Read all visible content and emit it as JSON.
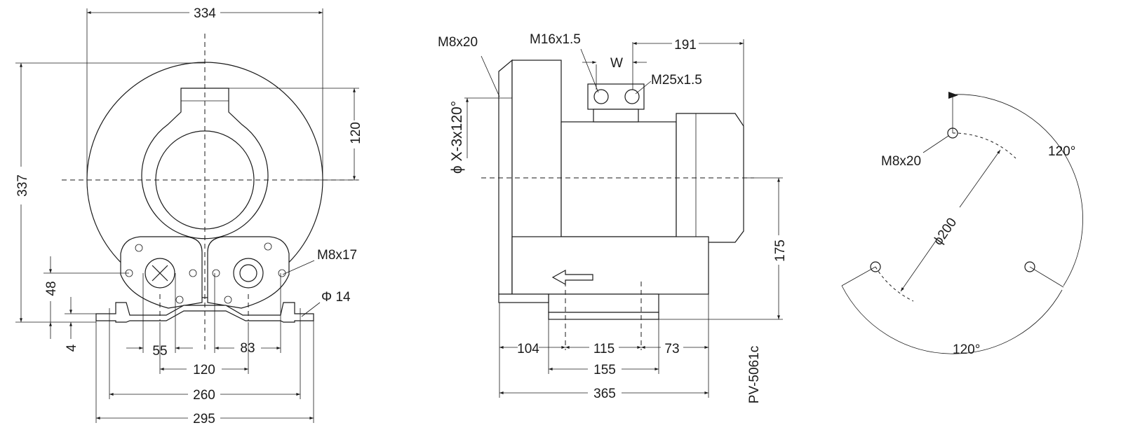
{
  "front_view": {
    "width_total": "334",
    "height_total": "337",
    "inlet_offset": "120",
    "foot_height": "48",
    "foot_plate": "4",
    "bolt_spacing_left": "55",
    "bolt_spacing_right": "83",
    "center_spacing": "120",
    "foot_holes_spacing": "260",
    "base_width": "295",
    "thread_side": "M8x17",
    "hole_dia": "Φ 14"
  },
  "side_view": {
    "flange_thread": "M8x20",
    "cable_gland_small": "M16x1.5",
    "cable_gland_width": "W",
    "cable_gland_large": "M25x1.5",
    "motor_length": "191",
    "flange_dia": "ϕ X-3x120°",
    "shaft_height": "175",
    "dim_104": "104",
    "dim_115": "115",
    "dim_73": "73",
    "base_length": "155",
    "total_length": "365",
    "model": "PV-5061c"
  },
  "flange_view": {
    "thread": "M8x20",
    "angle_top": "120°",
    "angle_bottom": "120°",
    "pcd": "ϕ200"
  }
}
